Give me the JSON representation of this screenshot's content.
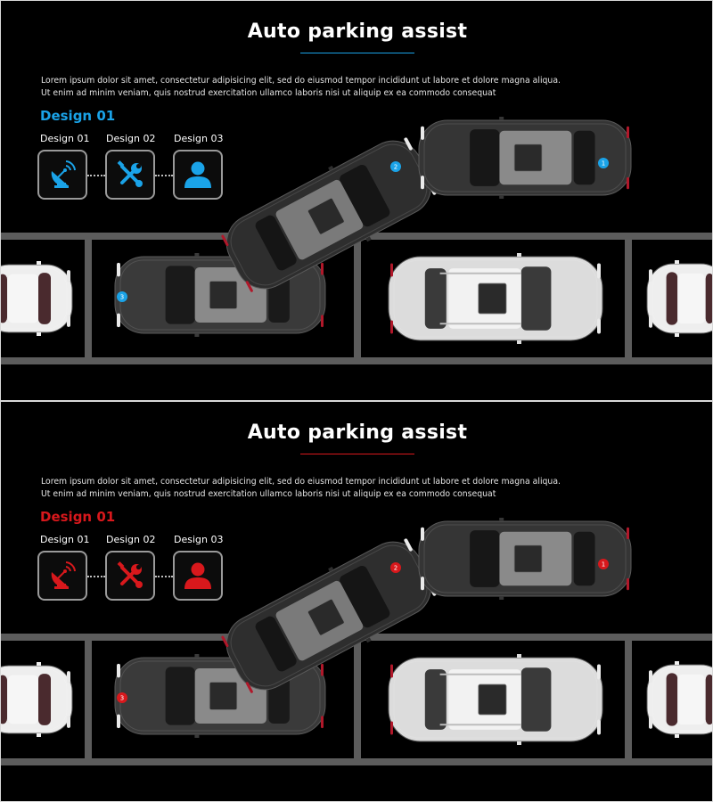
{
  "panels": [
    {
      "title": "Auto parking assist",
      "description": [
        "Lorem ipsum dolor sit amet, consectetur adipisicing elit, sed do eiusmod tempor incididunt ut labore et dolore magna aliqua.",
        "Ut enim ad minim veniam, quis nostrud exercitation ullamco laboris nisi ut aliquip ex ea commodo consequat"
      ],
      "heading": "Design 01",
      "accent_color": "#1aa3e8",
      "tabs": [
        {
          "label": "Design 01",
          "icon": "satellite-dish-icon"
        },
        {
          "label": "Design 02",
          "icon": "wrench-screwdriver-icon"
        },
        {
          "label": "Design 03",
          "icon": "user-icon"
        }
      ],
      "markers": [
        "1",
        "2",
        "3"
      ]
    },
    {
      "title": "Auto parking assist",
      "description": [
        "Lorem ipsum dolor sit amet, consectetur adipisicing elit, sed do eiusmod tempor incididunt ut labore et dolore magna aliqua.",
        "Ut enim ad minim veniam, quis nostrud exercitation ullamco laboris nisi ut aliquip ex ea commodo consequat"
      ],
      "heading": "Design 01",
      "accent_color": "#d8181c",
      "tabs": [
        {
          "label": "Design 01",
          "icon": "satellite-dish-icon"
        },
        {
          "label": "Design 02",
          "icon": "wrench-screwdriver-icon"
        },
        {
          "label": "Design 03",
          "icon": "user-icon"
        }
      ],
      "markers": [
        "1",
        "2",
        "3"
      ]
    }
  ]
}
